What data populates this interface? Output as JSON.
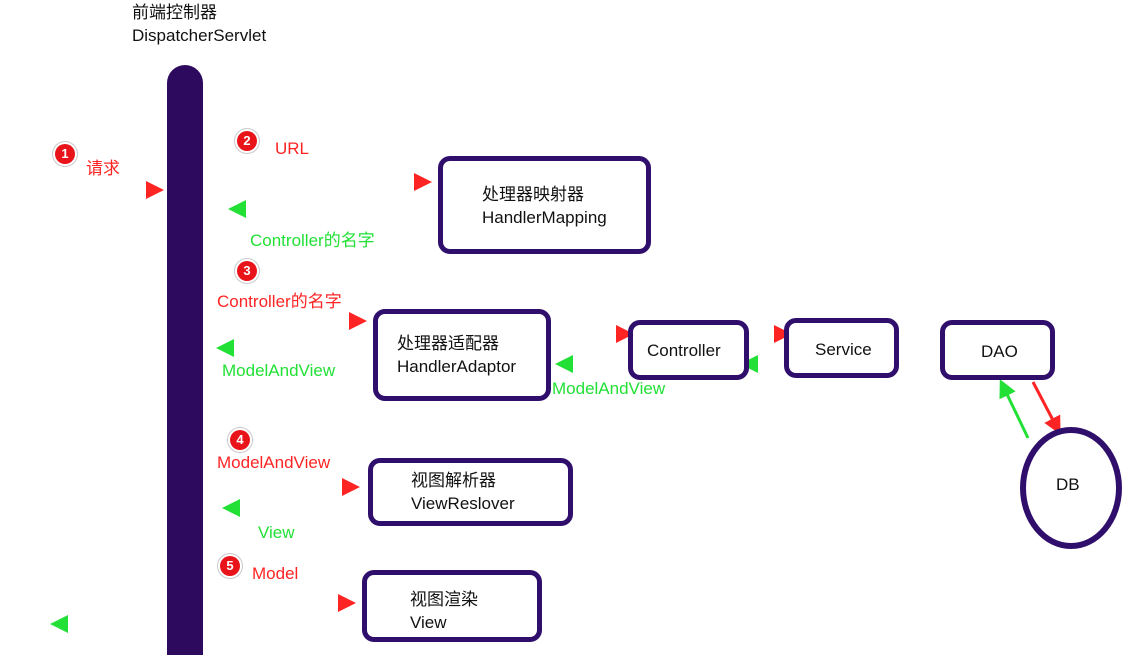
{
  "header": {
    "line1": "前端控制器",
    "line2": "DispatcherServlet"
  },
  "steps": {
    "s1": {
      "num": "1",
      "label": "请求"
    },
    "s2": {
      "num": "2",
      "label": "URL",
      "return": "Controller的名字"
    },
    "s3": {
      "num": "3",
      "label": "Controller的名字",
      "return": "ModelAndView"
    },
    "s4": {
      "num": "4",
      "label": "ModelAndView",
      "return": "View"
    },
    "s5": {
      "num": "5",
      "label": "Model"
    }
  },
  "boxes": {
    "mapping": {
      "cn": "处理器映射器",
      "en": "HandlerMapping"
    },
    "adaptor": {
      "cn": "处理器适配器",
      "en": "HandlerAdaptor"
    },
    "resolver": {
      "cn": "视图解析器",
      "en": "ViewReslover"
    },
    "render": {
      "cn": "视图渲染",
      "en": "View"
    },
    "controller": {
      "label": "Controller"
    },
    "service": {
      "label": "Service"
    },
    "dao": {
      "label": "DAO"
    },
    "db": {
      "label": "DB"
    }
  },
  "chain_return_label": "ModelAndView",
  "colors": {
    "request": "#ff2424",
    "response": "#22e036",
    "lifeline": "#2d0a5e",
    "box_border": "#2f0f6b"
  }
}
